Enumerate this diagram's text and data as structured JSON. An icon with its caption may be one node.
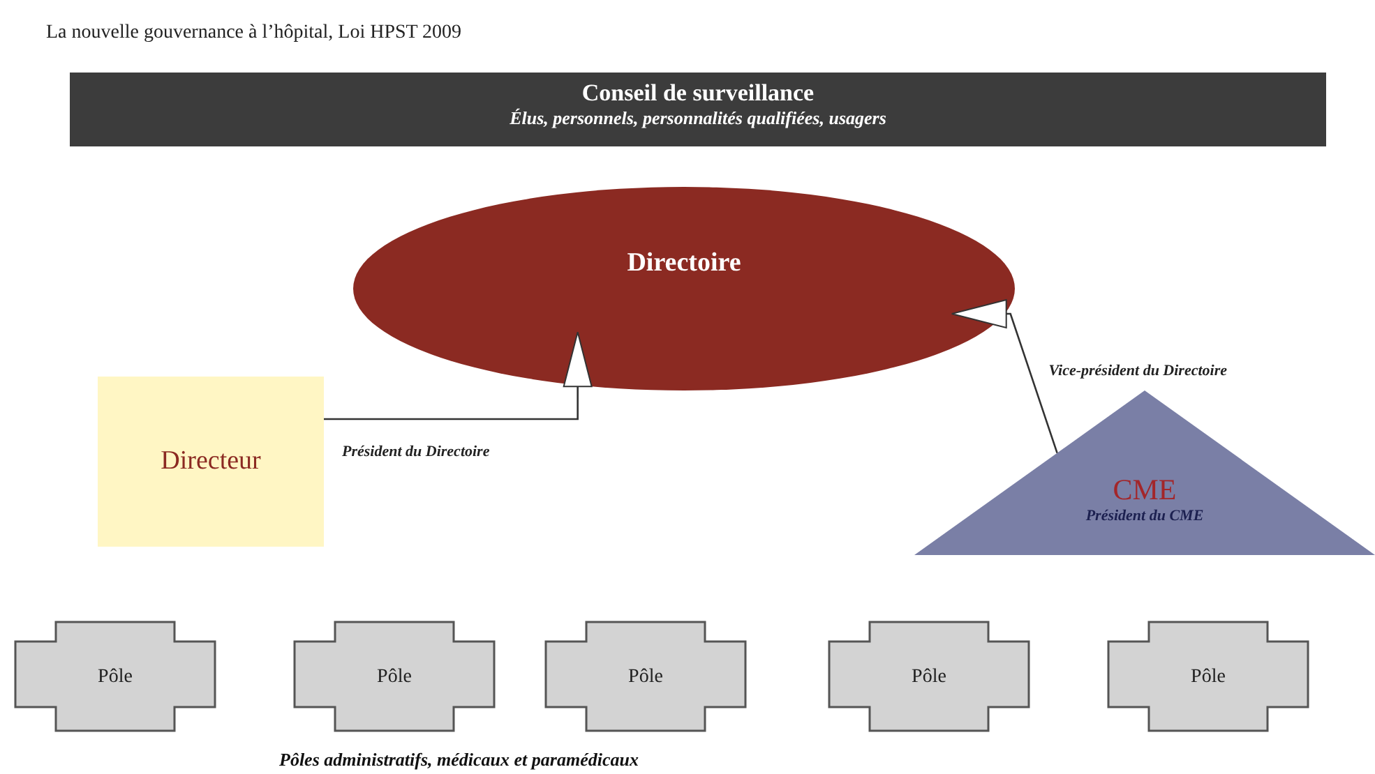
{
  "diagram": {
    "title": "La nouvelle gouvernance à l’hôpital, Loi HPST 2009",
    "nodes": [
      {
        "text": [
          "Conseil de surveillance",
          "Élus, personnels, personnalités qualifiées, usagers"
        ]
      },
      {
        "text": [
          "Directoire"
        ]
      },
      {
        "text": [
          "Directeur"
        ]
      },
      {
        "text": [
          "CME",
          "Président du CME"
        ]
      },
      {
        "text": [
          "Pôle"
        ]
      },
      {
        "text": [
          "Pôle"
        ]
      },
      {
        "text": [
          "Pôle"
        ]
      },
      {
        "text": [
          "Pôle"
        ]
      },
      {
        "text": [
          "Pôle"
        ]
      }
    ],
    "edges": [
      {
        "from": 2,
        "to": 1,
        "arrow": "to",
        "label": "Président du Directoire"
      },
      {
        "from": 3,
        "to": 1,
        "arrow": "to",
        "label": "Vice-président du Directoire"
      }
    ],
    "labels": [
      "Pôles administratifs, médicaux et paramédicaux"
    ]
  }
}
